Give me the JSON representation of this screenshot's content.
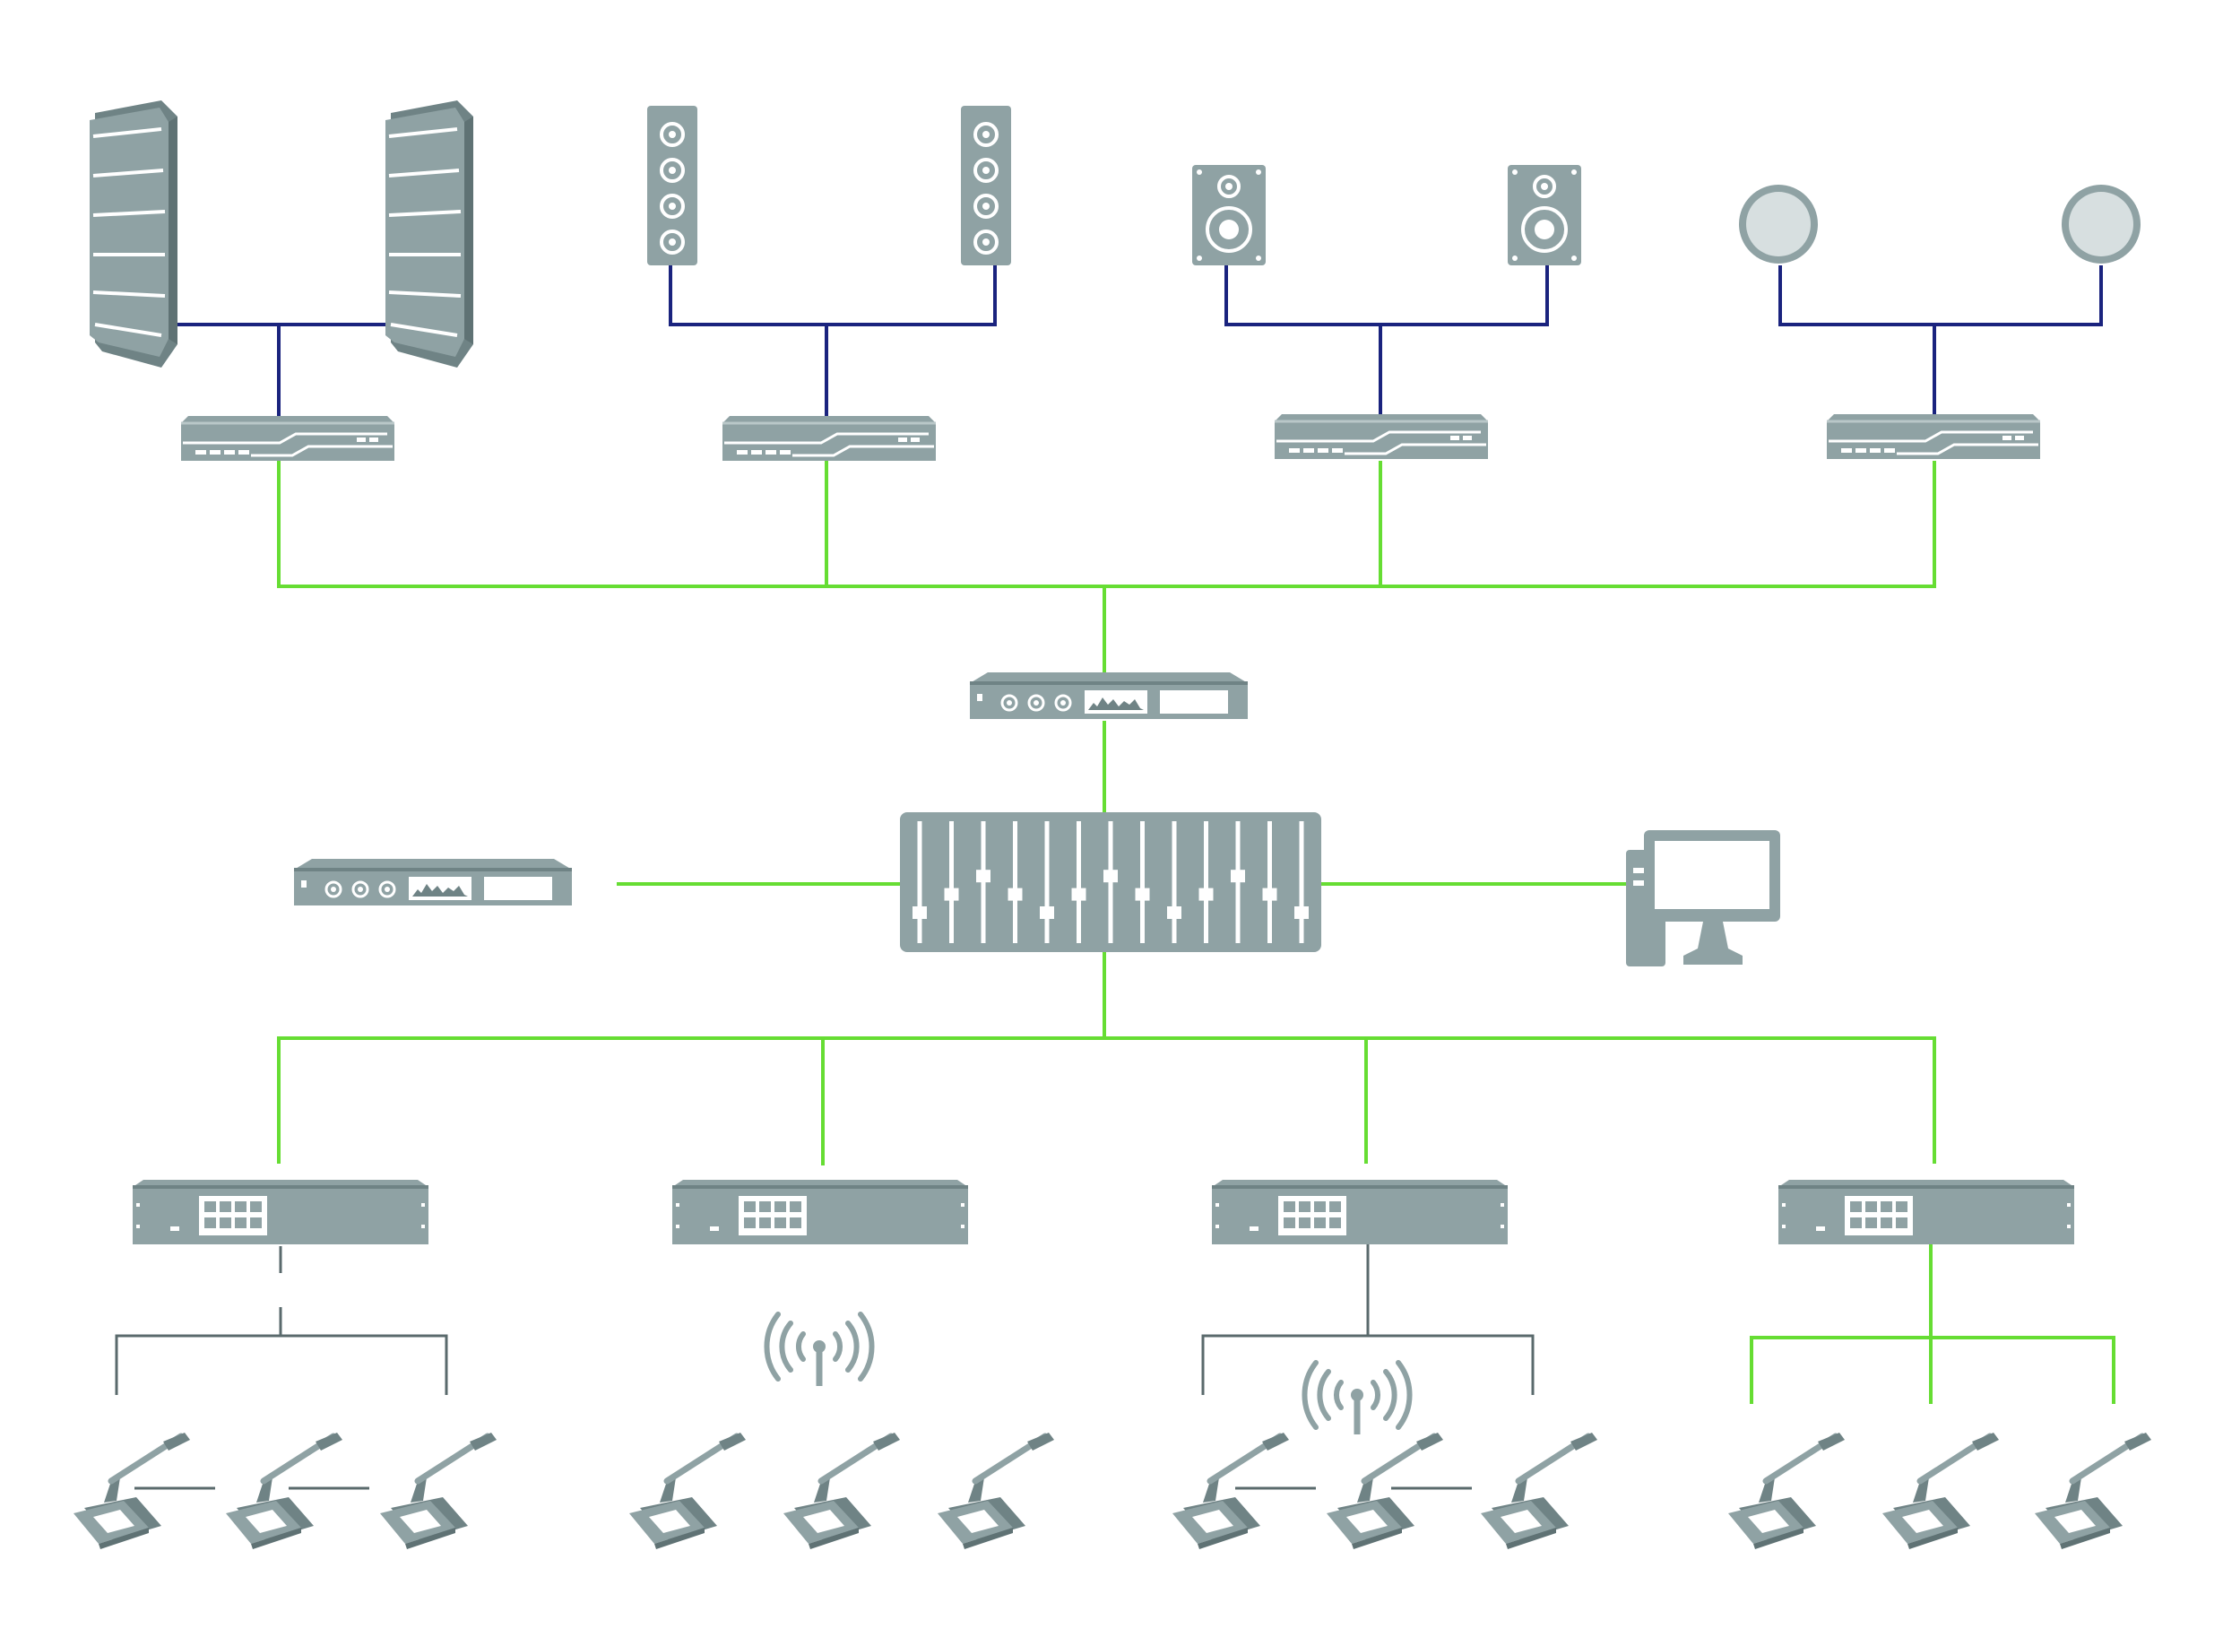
{
  "diagram": {
    "description_visible_text": [],
    "colors": {
      "device": "#8fa2a4",
      "device_dark": "#6f8385",
      "device_light": "#b9c7c8",
      "network_link": "#66dd33",
      "speaker_link": "#1a237e",
      "cable_gray": "#5a6a6c"
    },
    "speaker_groups": [
      {
        "speaker_icon": "line-array-speaker-icon",
        "count": 2,
        "amplifier_icon": "amplifier-icon"
      },
      {
        "speaker_icon": "column-speaker-icon",
        "count": 2,
        "amplifier_icon": "amplifier-icon"
      },
      {
        "speaker_icon": "monitor-speaker-icon",
        "count": 2,
        "amplifier_icon": "amplifier-icon"
      },
      {
        "speaker_icon": "ceiling-speaker-icon",
        "count": 2,
        "amplifier_icon": "amplifier-icon"
      }
    ],
    "core": {
      "top_processor_icon": "audio-processor-icon",
      "side_processor_icon": "audio-processor-icon",
      "mixer_icon": "digital-mixer-icon",
      "mixer_fader_count": 13,
      "computer_icon": "desktop-computer-icon"
    },
    "conference_groups": [
      {
        "controller_icon": "conference-controller-icon",
        "connection": "wired-daisy-chain",
        "mic_count": 3
      },
      {
        "controller_icon": "conference-controller-icon",
        "connection": "wireless",
        "mic_count": 3
      },
      {
        "controller_icon": "conference-controller-icon",
        "connection": "wired-and-wireless",
        "mic_count": 3
      },
      {
        "controller_icon": "conference-controller-icon",
        "connection": "network-star",
        "mic_count": 3
      }
    ]
  }
}
